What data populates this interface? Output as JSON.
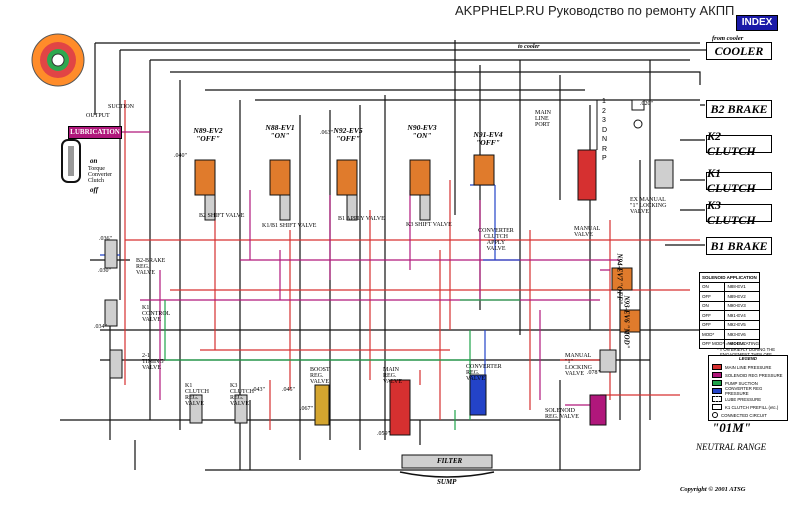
{
  "header": {
    "site": "AKPPHELP.RU Руководство по ремонту АКПП",
    "index_label": "INDEX"
  },
  "outputs": {
    "cooler": "COOLER",
    "from_cooler": "from cooler",
    "to_cooler": "to cooler",
    "b2": "B2 BRAKE",
    "k2": "K2 CLUTCH",
    "k1": "K1 CLUTCH",
    "k3": "K3 CLUTCH",
    "b1": "B1 BRAKE"
  },
  "left": {
    "suction": "SUCTION",
    "output": "OUTPUT",
    "lubrication": "LUBRICATION",
    "on": "on",
    "off": "off",
    "tcc": "Torque Converter Clutch"
  },
  "solenoids": [
    {
      "name": "N89-EV2",
      "state": "\"OFF\"",
      "valve": "B2 SHIFT VALVE"
    },
    {
      "name": "N88-EV1",
      "state": "\"ON\"",
      "valve": "K1/B1 SHIFT VALVE"
    },
    {
      "name": "N92-EV5",
      "state": "\"OFF\"",
      "valve": "B1 APPLY VALVE"
    },
    {
      "name": "N90-EV3",
      "state": "\"ON\"",
      "valve": "K3 SHIFT VALVE"
    },
    {
      "name": "N91-EV4",
      "state": "\"OFF\"",
      "valve": "CONVERTER CLUTCH APPLY VALVE"
    }
  ],
  "side_solenoids": [
    {
      "name": "N94-EV7",
      "state": "\"OFF\""
    },
    {
      "name": "N93-EV6",
      "state": "\"MOD\""
    }
  ],
  "valves": {
    "b2_reg": "B2-BRAKE REG. VALVE",
    "k1_control": "K1 CONTROL VALVE",
    "timing": "2-1 TIMING VALVE",
    "k1_reg": "K1 CLUTCH REG. VALVE",
    "k3_reg": "K3 CLUTCH REG. VALVE",
    "boost": "BOOST REG. VALVE",
    "main_reg": "MAIN REG. VALVE",
    "conv_reg": "CONVERTER REG. VALVE",
    "manual_valve": "MANUAL VALVE",
    "manual_locking": "MANUAL \"1\" LOCKING VALVE",
    "ex_manual": "EX MANUAL \"1\" LOCKING VALVE",
    "solenoid_reg": "SOLENOID REG. VALVE",
    "main_line_port": "MAIN LINE PORT"
  },
  "gear_positions": [
    "1",
    "2",
    "3",
    "D",
    "N",
    "R",
    "P"
  ],
  "orifices": [
    ".036\"",
    ".030\"",
    ".034\"",
    ".040\"",
    ".063\"",
    ".067\"",
    ".045\"",
    ".059\"",
    ".020\"",
    ".078\"",
    ".043\""
  ],
  "solenoid_table": {
    "title": "SOLENOID APPLICATION",
    "rows": [
      {
        "state": "ON",
        "name": "N88-EV1"
      },
      {
        "state": "OFF",
        "name": "N89-EV2"
      },
      {
        "state": "ON",
        "name": "N90-EV3"
      },
      {
        "state": "OFF",
        "name": "N91-EV4"
      },
      {
        "state": "OFF",
        "name": "N92-EV5"
      },
      {
        "state": "MOD*",
        "name": "N93-EV6"
      },
      {
        "state": "OFF",
        "name": "N94-EV7"
      }
    ],
    "note1": "MOD* = MODULATING",
    "note2": "* = ON BRIEFLY DURING THE ENGAGEMENT THEN OFF"
  },
  "legend": {
    "title": "LEGEND",
    "items": [
      {
        "label": "MAIN LINE PRESSURE",
        "color": "#d63030"
      },
      {
        "label": "SOLENOID REG PRESSURE",
        "color": "#b0177b"
      },
      {
        "label": "PUMP SUCTION",
        "color": "#1fa34a"
      },
      {
        "label": "CONVERTER REG PRESSURE",
        "color": "#2343c8"
      },
      {
        "label": "LUBE PRESSURE",
        "color": "#ffffff"
      },
      {
        "label": "K1 CLUTCH PREFILL (etc.)",
        "color": "#ffffff"
      },
      {
        "label": "CONNECTED CIRCUIT",
        "color": "#ffffff"
      }
    ]
  },
  "model": "\"01M\"",
  "range": "NEUTRAL RANGE",
  "filter": "FILTER",
  "sump": "SUMP",
  "copyright": "Copyright © 2001 ATSG",
  "colors": {
    "main": "#d63030",
    "solenoid": "#b0177b",
    "suction": "#1fa34a",
    "converter": "#2343c8",
    "black": "#111111"
  }
}
